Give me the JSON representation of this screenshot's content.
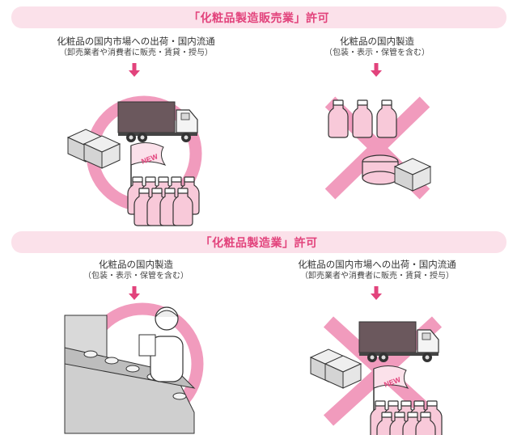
{
  "sections": [
    {
      "title": "「化粧品製造販売業」許可",
      "left": {
        "line1": "化粧品の国内市場への出荷・国内流通",
        "line2": "（卸売業者や消費者に販売・賃貸・授与）",
        "mark": "circle",
        "flag": "NEW"
      },
      "right": {
        "line1": "化粧品の国内製造",
        "line2": "（包装・表示・保管を含む）",
        "mark": "cross"
      }
    },
    {
      "title": "「化粧品製造業」許可",
      "left": {
        "line1": "化粧品の国内製造",
        "line2": "（包装・表示・保管を含む）",
        "mark": "circle"
      },
      "right": {
        "line1": "化粧品の国内市場への出荷・国内流通",
        "line2": "（卸売業者や消費者に販売・賃貸・授与）",
        "mark": "cross",
        "flag": "NEW"
      }
    }
  ],
  "colors": {
    "accent": "#e2437c",
    "band": "#fbe1ea",
    "mark": "#f19bbd",
    "bottle": "#f8c9d9",
    "truck": "#6b585d",
    "box": "#dedede"
  }
}
